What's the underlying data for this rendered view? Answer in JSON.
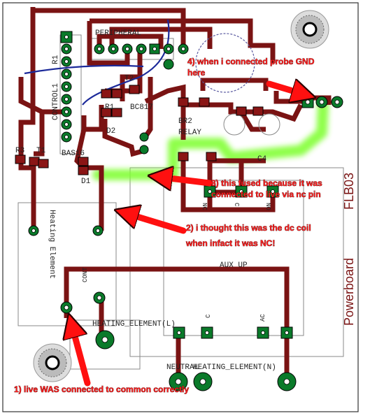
{
  "board": {
    "name": "Powerboard",
    "code": "FLB03"
  },
  "silkscreen": {
    "peripheral": "PERIPHERAL",
    "control": "CONTROL1",
    "t1": "T1",
    "t2": "T2",
    "r1": "R1",
    "r3": "R3",
    "br1": "R1",
    "bc817": "BC817",
    "d1": "D1",
    "d2": "D2",
    "br2": "BR2",
    "relay": "RELAY",
    "c4": "C4",
    "bas16": "BAS16",
    "heating_element_side": "Heating Element",
    "heating_element_l": "HEATING_ELEMENT(L)",
    "heating_element_n": "HEATING_ELEMENT(N)",
    "neutral": "NEUTRAL",
    "aux_up": "AUX UP",
    "c_label": "C",
    "nc_label": "NC",
    "no_label": "NO",
    "ac_label": "AC",
    "cont_label": "CONT"
  },
  "annotations": {
    "a1": "1) live WAS connected to common correctly",
    "a2_line1": "2) i thought  this was the dc coil",
    "a2_line2": "when infact it was NC!",
    "a3_line1": "3) this fused because it was",
    "a3_line2": "connected to live via nc pin",
    "a4_line1": "4) when i connected probe GND",
    "a4_line2": "here"
  },
  "colors": {
    "trace": "#7a1313",
    "pad": "#0a7a2a",
    "highlight": "#7cff2a",
    "arrow": "#ff1010",
    "blue_wire": "#1c2a9a",
    "silk": "#222222"
  }
}
